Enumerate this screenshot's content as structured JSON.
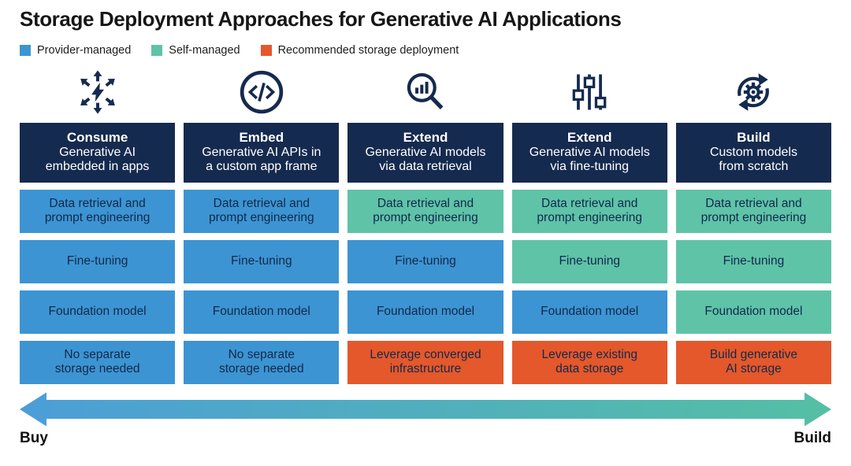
{
  "title": "Storage Deployment Approaches for Generative AI Applications",
  "legend": [
    {
      "label": "Provider-managed",
      "color": "#3D94D2"
    },
    {
      "label": "Self-managed",
      "color": "#5FC3A8"
    },
    {
      "label": "Recommended storage deployment",
      "color": "#E4582B"
    }
  ],
  "colors": {
    "navy": "#152A4F",
    "provider": "#3D94D2",
    "self": "#5FC3A8",
    "recommended": "#E4582B",
    "arrow_start": "#4C9ED7",
    "arrow_end": "#55BFA4"
  },
  "columns": [
    {
      "icon": "bolt-scatter-icon",
      "header_title": "Consume",
      "header_subtitle": "Generative AI\nembedded in apps",
      "cells": [
        {
          "text": "Data retrieval and\nprompt engineering",
          "type": "provider"
        },
        {
          "text": "Fine-tuning",
          "type": "provider"
        },
        {
          "text": "Foundation model",
          "type": "provider"
        },
        {
          "text": "No separate\nstorage needed",
          "type": "provider"
        }
      ]
    },
    {
      "icon": "code-circle-icon",
      "header_title": "Embed",
      "header_subtitle": "Generative AI APIs in\na custom app frame",
      "cells": [
        {
          "text": "Data retrieval and\nprompt engineering",
          "type": "provider"
        },
        {
          "text": "Fine-tuning",
          "type": "provider"
        },
        {
          "text": "Foundation model",
          "type": "provider"
        },
        {
          "text": "No separate\nstorage needed",
          "type": "provider"
        }
      ]
    },
    {
      "icon": "search-chart-icon",
      "header_title": "Extend",
      "header_subtitle": "Generative AI models\nvia data retrieval",
      "cells": [
        {
          "text": "Data retrieval and\nprompt engineering",
          "type": "self"
        },
        {
          "text": "Fine-tuning",
          "type": "provider"
        },
        {
          "text": "Foundation model",
          "type": "provider"
        },
        {
          "text": "Leverage converged\ninfrastructure",
          "type": "recommended"
        }
      ]
    },
    {
      "icon": "sliders-icon",
      "header_title": "Extend",
      "header_subtitle": "Generative AI models\nvia fine-tuning",
      "cells": [
        {
          "text": "Data retrieval and\nprompt engineering",
          "type": "self"
        },
        {
          "text": "Fine-tuning",
          "type": "self"
        },
        {
          "text": "Foundation model",
          "type": "provider"
        },
        {
          "text": "Leverage existing\ndata storage",
          "type": "recommended"
        }
      ]
    },
    {
      "icon": "gear-cycle-icon",
      "header_title": "Build",
      "header_subtitle": "Custom models\nfrom scratch",
      "cells": [
        {
          "text": "Data retrieval and\nprompt engineering",
          "type": "self"
        },
        {
          "text": "Fine-tuning",
          "type": "self"
        },
        {
          "text": "Foundation model",
          "type": "self"
        },
        {
          "text": "Build generative\nAI storage",
          "type": "recommended"
        }
      ]
    }
  ],
  "axis": {
    "left_label": "Buy",
    "right_label": "Build"
  }
}
